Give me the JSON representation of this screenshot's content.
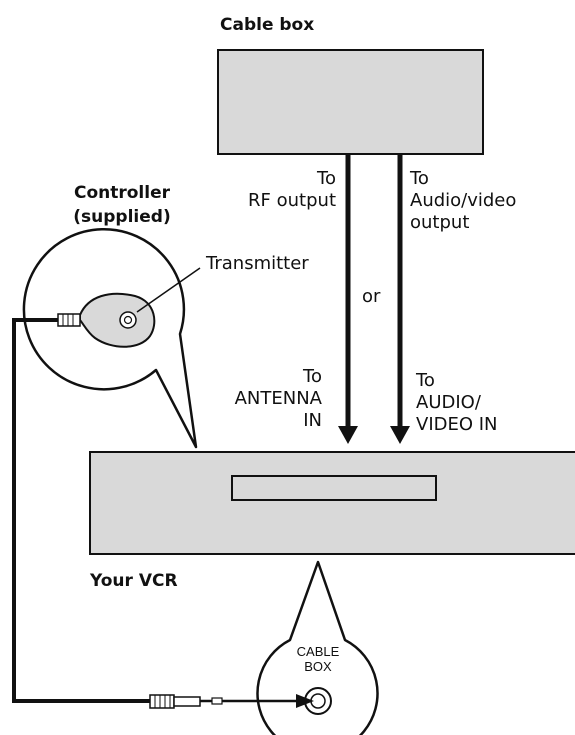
{
  "labels": {
    "cable_box": "Cable box",
    "controller_line1": "Controller",
    "controller_line2": "(supplied)",
    "transmitter": "Transmitter",
    "rf_to": "To",
    "rf_output": "RF output",
    "av_to": "To",
    "av_line2": "Audio/video",
    "av_line3": "output",
    "or": "or",
    "ant_to": "To",
    "ant_line2": "ANTENNA",
    "ant_line3": "IN",
    "avin_to": "To",
    "avin_line2": "AUDIO/",
    "avin_line3": "VIDEO IN",
    "your_vcr": "Your VCR",
    "jack_line1": "CABLE",
    "jack_line2": "BOX"
  },
  "colors": {
    "device_fill": "#d9d9d9",
    "line": "#111111"
  }
}
